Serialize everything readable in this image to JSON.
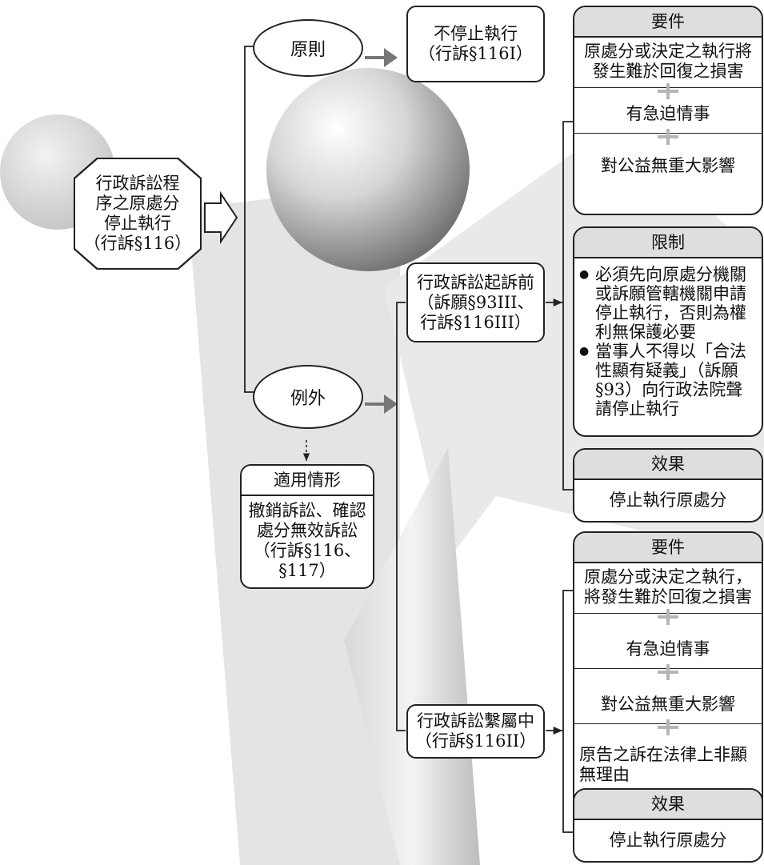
{
  "root": {
    "lines": [
      "行政訴訟程",
      "序之原處分",
      "停止執行",
      "（行訴§116）"
    ]
  },
  "principle": {
    "label": "原則",
    "result_lines": [
      "不停止執行",
      "（行訴§116Ⅰ）"
    ]
  },
  "exception": {
    "label": "例外"
  },
  "applicable": {
    "title": "適用情形",
    "lines": [
      "撤銷訴訟、確認",
      "處分無效訴訟",
      "（行訴§116、",
      "§117）"
    ]
  },
  "before_suit": {
    "lines": [
      "行政訴訟起訴前",
      "（訴願§93III、",
      "行訴§116III）"
    ],
    "requirements": {
      "title": "要件",
      "items": [
        "原處分或決定之執行將發生難於回復之損害",
        "有急迫情事",
        "對公益無重大影響"
      ]
    },
    "limits": {
      "title": "限制",
      "bullets": [
        "必須先向原處分機關或訴願管轄機關申請停止執行，否則為權利無保護必要",
        "當事人不得以「合法性顯有疑義」（訴願§93）向行政法院聲請停止執行"
      ]
    },
    "effect": {
      "title": "效果",
      "text": "停止執行原處分"
    }
  },
  "pending_suit": {
    "lines": [
      "行政訴訟繫屬中",
      "（行訴§116II）"
    ],
    "requirements": {
      "title": "要件",
      "items": [
        "原處分或決定之執行，將發生難於回復之損害",
        "有急迫情事",
        "對公益無重大影響",
        "原告之訴在法律上非顯無理由"
      ]
    },
    "effect": {
      "title": "效果",
      "text": "停止執行原處分"
    }
  }
}
